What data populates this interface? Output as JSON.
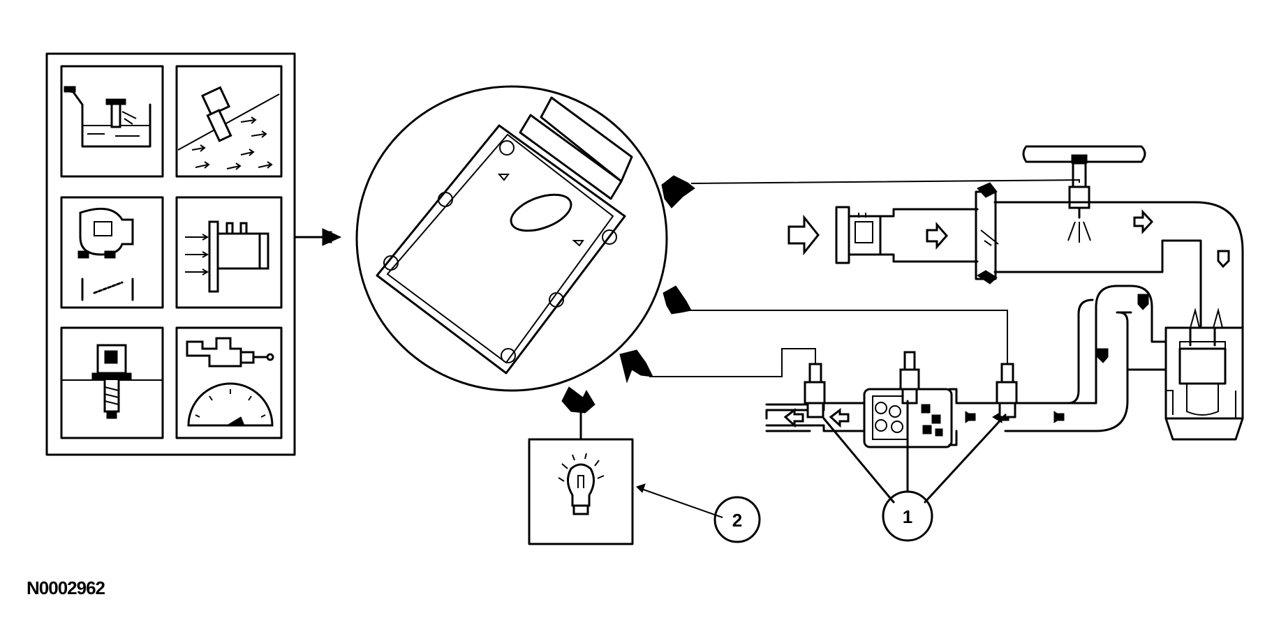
{
  "callouts": [
    {
      "id": "callout-1",
      "label": "1"
    },
    {
      "id": "callout-2",
      "label": "2"
    }
  ],
  "reference_number": "N0002962",
  "sensor_panel": {
    "tiles": [
      {
        "icon": "coolant-temperature-sensor-icon"
      },
      {
        "icon": "airflow-sensor-icon"
      },
      {
        "icon": "throttle-position-sensor-icon"
      },
      {
        "icon": "mass-airflow-sensor-icon"
      },
      {
        "icon": "temperature-sensor-icon"
      },
      {
        "icon": "vehicle-speed-sensor-icon"
      }
    ]
  },
  "components": {
    "control_module": {
      "icon": "powertrain-control-module-icon"
    },
    "indicator_lamp": {
      "icon": "malfunction-indicator-lamp-icon"
    },
    "catalyst": {
      "icon": "catalytic-converter-icon"
    },
    "engine": {
      "icon": "engine-cylinder-icon"
    }
  }
}
